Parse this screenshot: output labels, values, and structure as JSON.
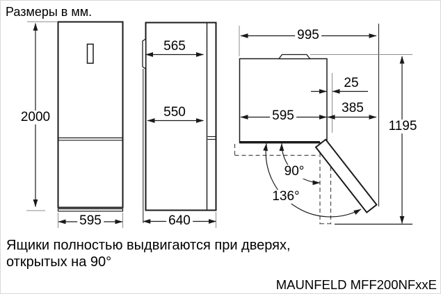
{
  "title": "Размеры в мм.",
  "front_view": {
    "height_mm": "2000",
    "width_mm": "595"
  },
  "side_view": {
    "depth_body_mm": "565",
    "depth_inner_mm": "550",
    "depth_total_mm": "640"
  },
  "top_view": {
    "total_width_mm": "995",
    "wall_gap_mm": "25",
    "door_swing_mm": "385",
    "body_width_mm": "595",
    "depth_door_open_mm": "1195",
    "door_angle_open": "90°",
    "door_angle_max": "136°"
  },
  "note": {
    "line1": "Ящики полностью выдвигаются при дверях,",
    "line2": "открытых на 90°"
  },
  "model": "MAUNFELD MFF200NFxxE",
  "colors": {
    "line": "#1a1a1a",
    "extension_line": "#8c8c8c",
    "background": "#ffffff"
  }
}
